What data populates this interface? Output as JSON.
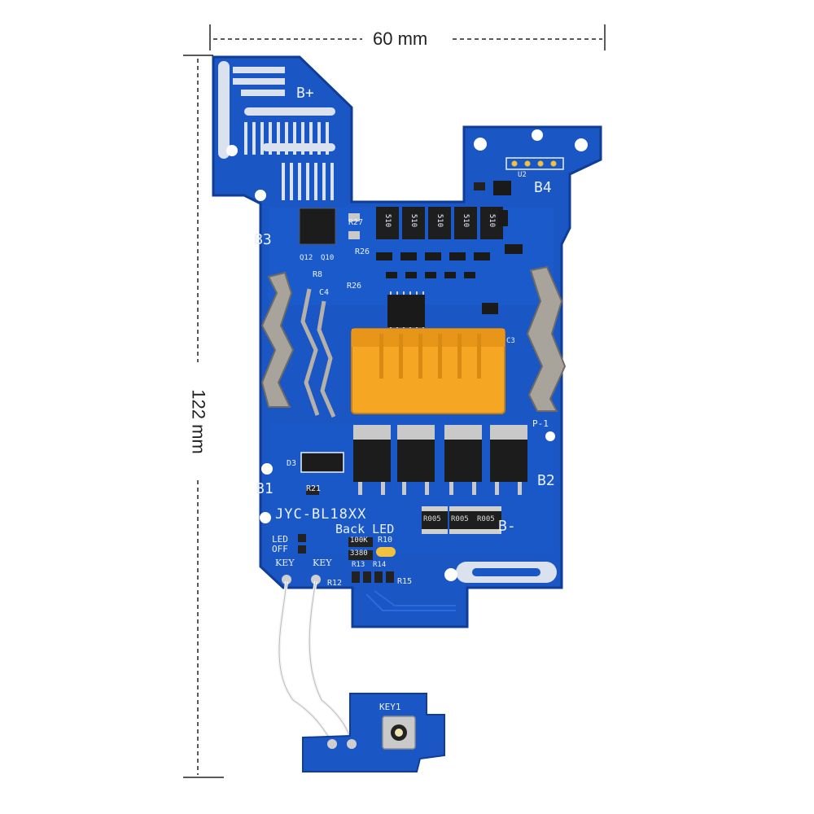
{
  "dimensions": {
    "width_label": "60 mm",
    "height_label": "122 mm"
  },
  "board": {
    "model": "JYC-BL18XX",
    "back_led": "Back LED",
    "terminals": {
      "bplus": "B+",
      "b1": "B1",
      "b2": "B2",
      "b3": "B3",
      "b4": "B4",
      "bminus": "B-",
      "p1": "P-1"
    },
    "silkscreen": {
      "led": "LED",
      "off": "OFF",
      "key_left": "KEY",
      "key_right": "KEY",
      "r12": "R12",
      "r15": "R15",
      "r10": "R10",
      "r13": "R13",
      "r14": "R14",
      "r21": "R21",
      "r26a": "R26",
      "r26b": "R26",
      "r27": "R27",
      "r8": "R8",
      "q12": "Q12",
      "q10": "Q10",
      "d3": "D3",
      "c4": "C4",
      "c3": "C3",
      "u2": "U2",
      "resistor_100k": "100K",
      "resistor_3380": "3380"
    },
    "shunt_codes": [
      "R005",
      "R005",
      "R005"
    ],
    "top_resistor_codes": [
      "510",
      "510",
      "510",
      "510",
      "510"
    ]
  },
  "switch_board": {
    "label": "KEY1"
  },
  "colors": {
    "pcb": "#1a56c4",
    "pcb_dark": "#123f9a",
    "silk": "#e9f1ff",
    "connector": "#f5a623",
    "metal": "#a8a49c"
  }
}
